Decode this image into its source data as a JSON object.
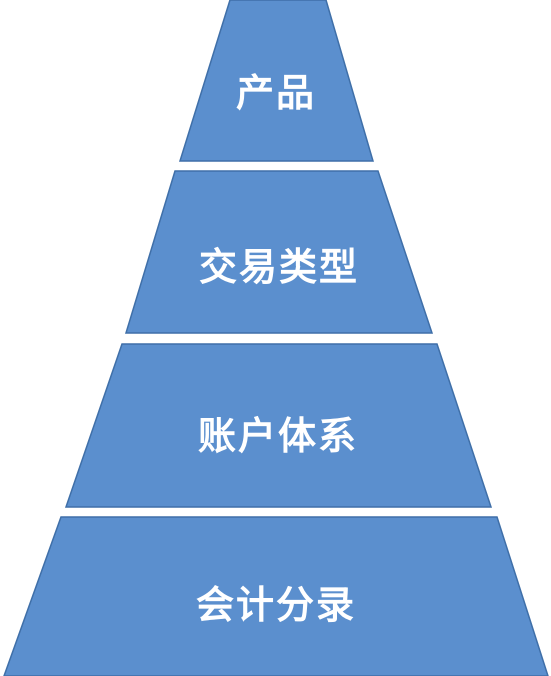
{
  "diagram": {
    "type": "pyramid",
    "fill_color": "#5b8fce",
    "border_color": "#3f6fa8",
    "text_color": "#ffffff",
    "layers": [
      {
        "label": "产品"
      },
      {
        "label": "交易类型"
      },
      {
        "label": "账户体系"
      },
      {
        "label": "会计分录"
      }
    ]
  }
}
